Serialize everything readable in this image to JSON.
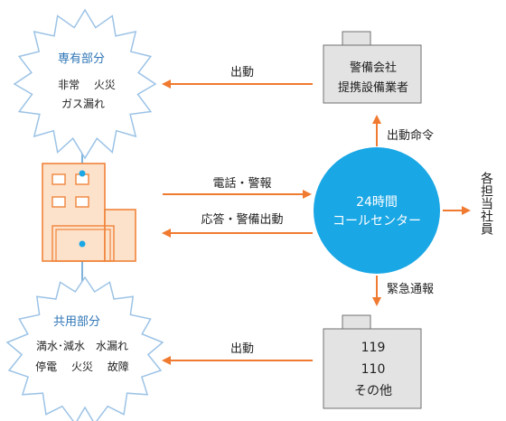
{
  "private_area": {
    "title": "専有部分",
    "line1": "非常　 火災",
    "line2": "ガス漏れ"
  },
  "common_area": {
    "title": "共用部分",
    "line1": "満水･減水　水漏れ",
    "line2": "停電　 火災　 故障"
  },
  "security_box": {
    "line1": "警備会社",
    "line2": "提携設備業者"
  },
  "emergency_box": {
    "line1": "119",
    "line2": "110",
    "line3": "その他"
  },
  "call_center": {
    "line1": "24時間",
    "line2": "コールセンター"
  },
  "arrows": {
    "dispatch_top": "出動",
    "dispatch_bottom": "出動",
    "phone_alarm": "電話・警報",
    "response_dispatch": "応答・警備出動",
    "dispatch_order": "出動命令",
    "emergency_report": "緊急通報"
  },
  "staff_label": "各担当社員",
  "colors": {
    "orange": "#F07A30",
    "blue": "#1AA7E5",
    "title_blue": "#2E75B6",
    "gray_box": "#E3E3E3",
    "gray_border": "#707070",
    "building_fill": "#FDE2CB",
    "building_line": "#F0843A",
    "link_blue": "#7FB3DC"
  }
}
